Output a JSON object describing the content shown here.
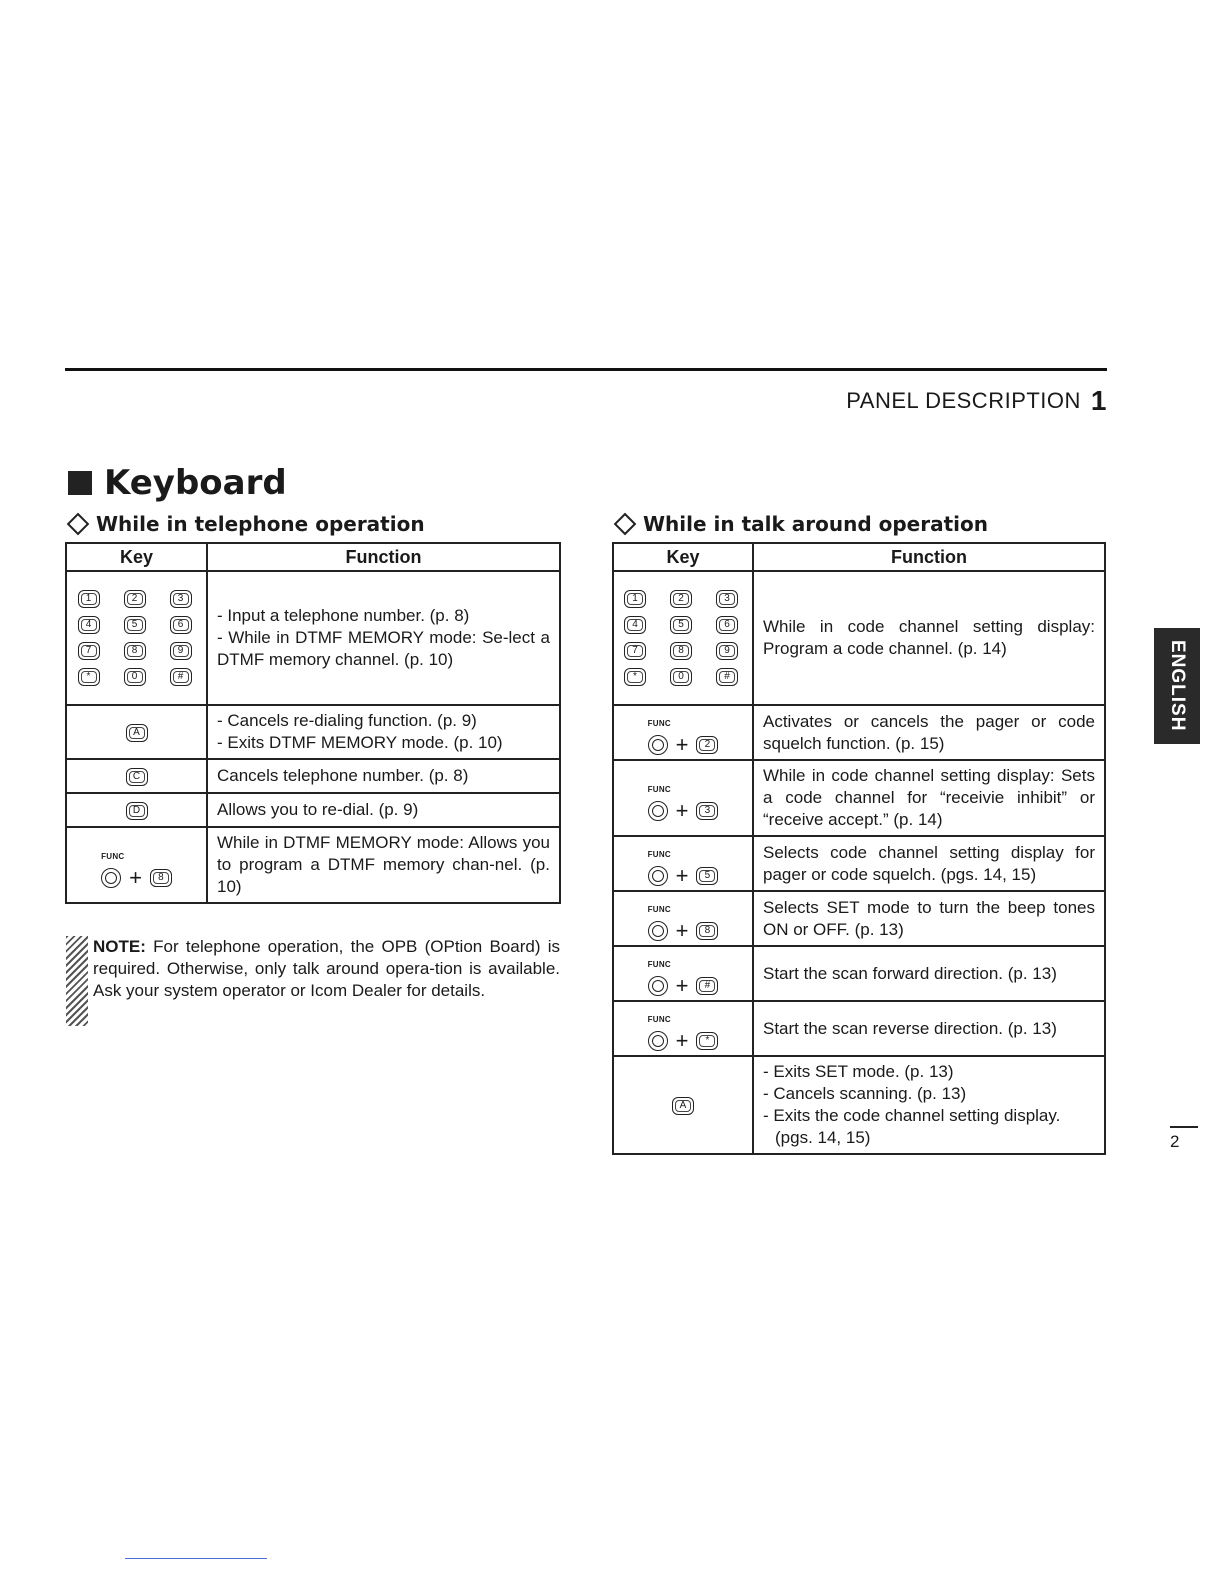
{
  "header": {
    "title": "PANEL DESCRIPTION",
    "chapter": "1"
  },
  "section": {
    "title": "Keyboard"
  },
  "telephone": {
    "heading": "While in telephone operation",
    "col_key": "Key",
    "col_function": "Function",
    "keypad": [
      "1",
      "2",
      "3",
      "4",
      "5",
      "6",
      "7",
      "8",
      "9",
      "*",
      "0",
      "#"
    ],
    "rows": [
      {
        "fn_lines": [
          "- Input a telephone number. (p. 8)",
          "- While in DTMF MEMORY mode: Se-lect a DTMF memory channel. (p. 10)"
        ]
      },
      {
        "key": "A",
        "fn_lines": [
          "- Cancels re-dialing function. (p. 9)",
          "- Exits DTMF MEMORY mode. (p. 10)"
        ]
      },
      {
        "key": "C",
        "fn": "Cancels telephone number. (p. 8)"
      },
      {
        "key": "D",
        "fn": "Allows you to re-dial. (p. 9)"
      },
      {
        "func": "FUNC",
        "key": "8",
        "fn": "While in DTMF MEMORY mode: Allows you to program a DTMF memory chan-nel. (p. 10)"
      }
    ]
  },
  "talk": {
    "heading": "While in talk around operation",
    "col_key": "Key",
    "col_function": "Function",
    "keypad": [
      "1",
      "2",
      "3",
      "4",
      "5",
      "6",
      "7",
      "8",
      "9",
      "*",
      "0",
      "#"
    ],
    "rows": [
      {
        "fn": "While in code channel setting display: Program a code channel. (p. 14)"
      },
      {
        "func": "FUNC",
        "key": "2",
        "fn": "Activates or cancels the pager or code squelch function. (p. 15)"
      },
      {
        "func": "FUNC",
        "key": "3",
        "fn": "While in code channel setting display: Sets a code channel for “receivie inhibit” or “receive accept.” (p. 14)"
      },
      {
        "func": "FUNC",
        "key": "5",
        "fn": "Selects code channel setting display for pager or code squelch. (pgs. 14, 15)"
      },
      {
        "func": "FUNC",
        "key": "8",
        "fn": "Selects SET mode to turn the beep tones ON or OFF. (p. 13)"
      },
      {
        "func": "FUNC",
        "key": "#",
        "fn": "Start the scan forward direction. (p. 13)"
      },
      {
        "func": "FUNC",
        "key": "*",
        "fn": "Start the scan reverse direction. (p. 13)"
      },
      {
        "key": "A",
        "fn_lines": [
          "- Exits SET mode. (p. 13)",
          "- Cancels scanning. (p. 13)",
          "- Exits the code channel setting display.",
          "(pgs. 14, 15)"
        ]
      }
    ]
  },
  "note": {
    "label": "NOTE:",
    "text": " For telephone operation, the OPB (OPtion Board) is required. Otherwise, only talk around opera-tion is available. Ask your system operator or Icom Dealer for details."
  },
  "side_tab": "ENGLISH",
  "page_number": "2"
}
